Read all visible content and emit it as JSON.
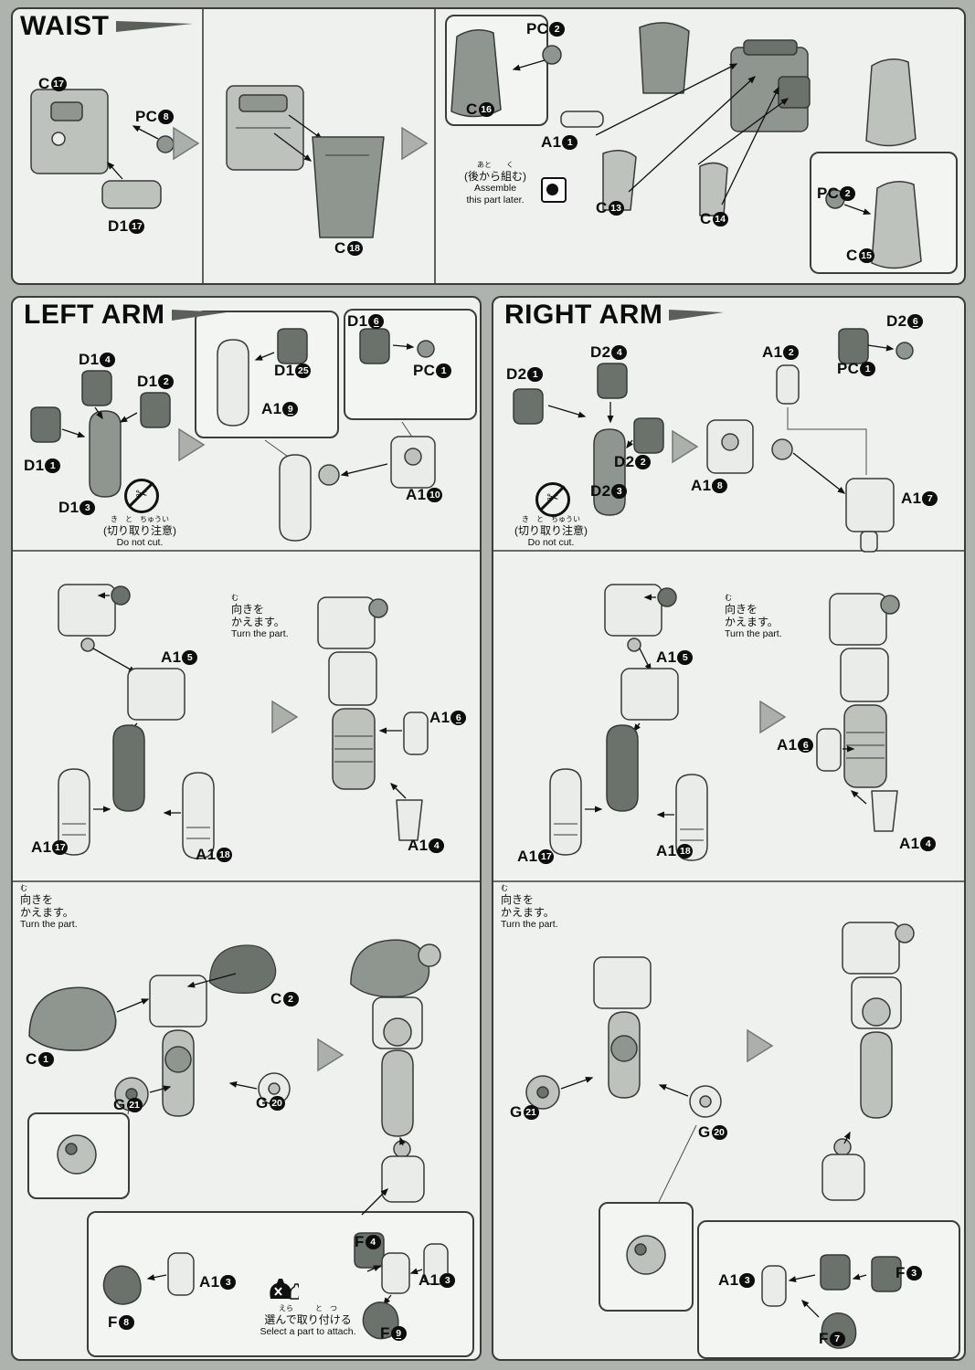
{
  "palette": {
    "page_bg": "#aeb3ae",
    "panel_bg": "#eff1ef",
    "ink": "#111111",
    "part_light": "#e9ece9",
    "part_mid": "#bdc2bd",
    "part_dark": "#8f958f",
    "part_darker": "#6b716b",
    "step_arrow": "#abb0ab"
  },
  "sections": {
    "waist": {
      "title": "WAIST"
    },
    "left_arm": {
      "title": "LEFT ARM"
    },
    "right_arm": {
      "title": "RIGHT ARM"
    }
  },
  "notes": {
    "assemble_later": {
      "furi": "あと　　く",
      "jp": "(後から組む)",
      "en1": "Assemble",
      "en2": "this part later."
    },
    "do_not_cut": {
      "furi": "き　と　ちゅうい",
      "jp": "(切り取り注意)",
      "en": "Do not cut."
    },
    "turn": {
      "furi": "む",
      "jp1": "向きを",
      "jp2": "かえます。",
      "en": "Turn the part."
    },
    "select": {
      "furi": "えら　　　と　つ",
      "jp": "選んで取り付ける",
      "en": "Select a part to attach."
    }
  },
  "parts": {
    "C17": {
      "p": "C",
      "n": "17"
    },
    "PC8": {
      "p": "PC",
      "n": "8"
    },
    "D117": {
      "p": "D1",
      "n": "17"
    },
    "C18": {
      "p": "C",
      "n": "18"
    },
    "C16": {
      "p": "C",
      "n": "16"
    },
    "PC2": {
      "p": "PC",
      "n": "2"
    },
    "A11": {
      "p": "A1",
      "n": "1"
    },
    "C13": {
      "p": "C",
      "n": "13"
    },
    "C14": {
      "p": "C",
      "n": "14"
    },
    "C15": {
      "p": "C",
      "n": "15"
    },
    "D14": {
      "p": "D1",
      "n": "4"
    },
    "D12": {
      "p": "D1",
      "n": "2"
    },
    "D11": {
      "p": "D1",
      "n": "1"
    },
    "D13": {
      "p": "D1",
      "n": "3"
    },
    "D125": {
      "p": "D1",
      "n": "25"
    },
    "A19": {
      "p": "A1",
      "n": "9"
    },
    "D16": {
      "p": "D1",
      "n": "6"
    },
    "PC1": {
      "p": "PC",
      "n": "1"
    },
    "A110": {
      "p": "A1",
      "n": "10"
    },
    "A15": {
      "p": "A1",
      "n": "5"
    },
    "A16": {
      "p": "A1",
      "n": "6"
    },
    "A117": {
      "p": "A1",
      "n": "17"
    },
    "A118": {
      "p": "A1",
      "n": "18"
    },
    "A14": {
      "p": "A1",
      "n": "4"
    },
    "C2": {
      "p": "C",
      "n": "2"
    },
    "C1": {
      "p": "C",
      "n": "1"
    },
    "G21": {
      "p": "G",
      "n": "21"
    },
    "G20": {
      "p": "G",
      "n": "20"
    },
    "F8": {
      "p": "F",
      "n": "8"
    },
    "A13": {
      "p": "A1",
      "n": "3"
    },
    "F4": {
      "p": "F",
      "n": "4"
    },
    "F9": {
      "p": "F",
      "n": "9"
    },
    "D26": {
      "p": "D2",
      "n": "6"
    },
    "A12": {
      "p": "A1",
      "n": "2"
    },
    "D24": {
      "p": "D2",
      "n": "4"
    },
    "D21": {
      "p": "D2",
      "n": "1"
    },
    "D22": {
      "p": "D2",
      "n": "2"
    },
    "D23": {
      "p": "D2",
      "n": "3"
    },
    "A18": {
      "p": "A1",
      "n": "8"
    },
    "A17": {
      "p": "A1",
      "n": "7"
    },
    "F3": {
      "p": "F",
      "n": "3"
    },
    "F7": {
      "p": "F",
      "n": "7"
    }
  }
}
